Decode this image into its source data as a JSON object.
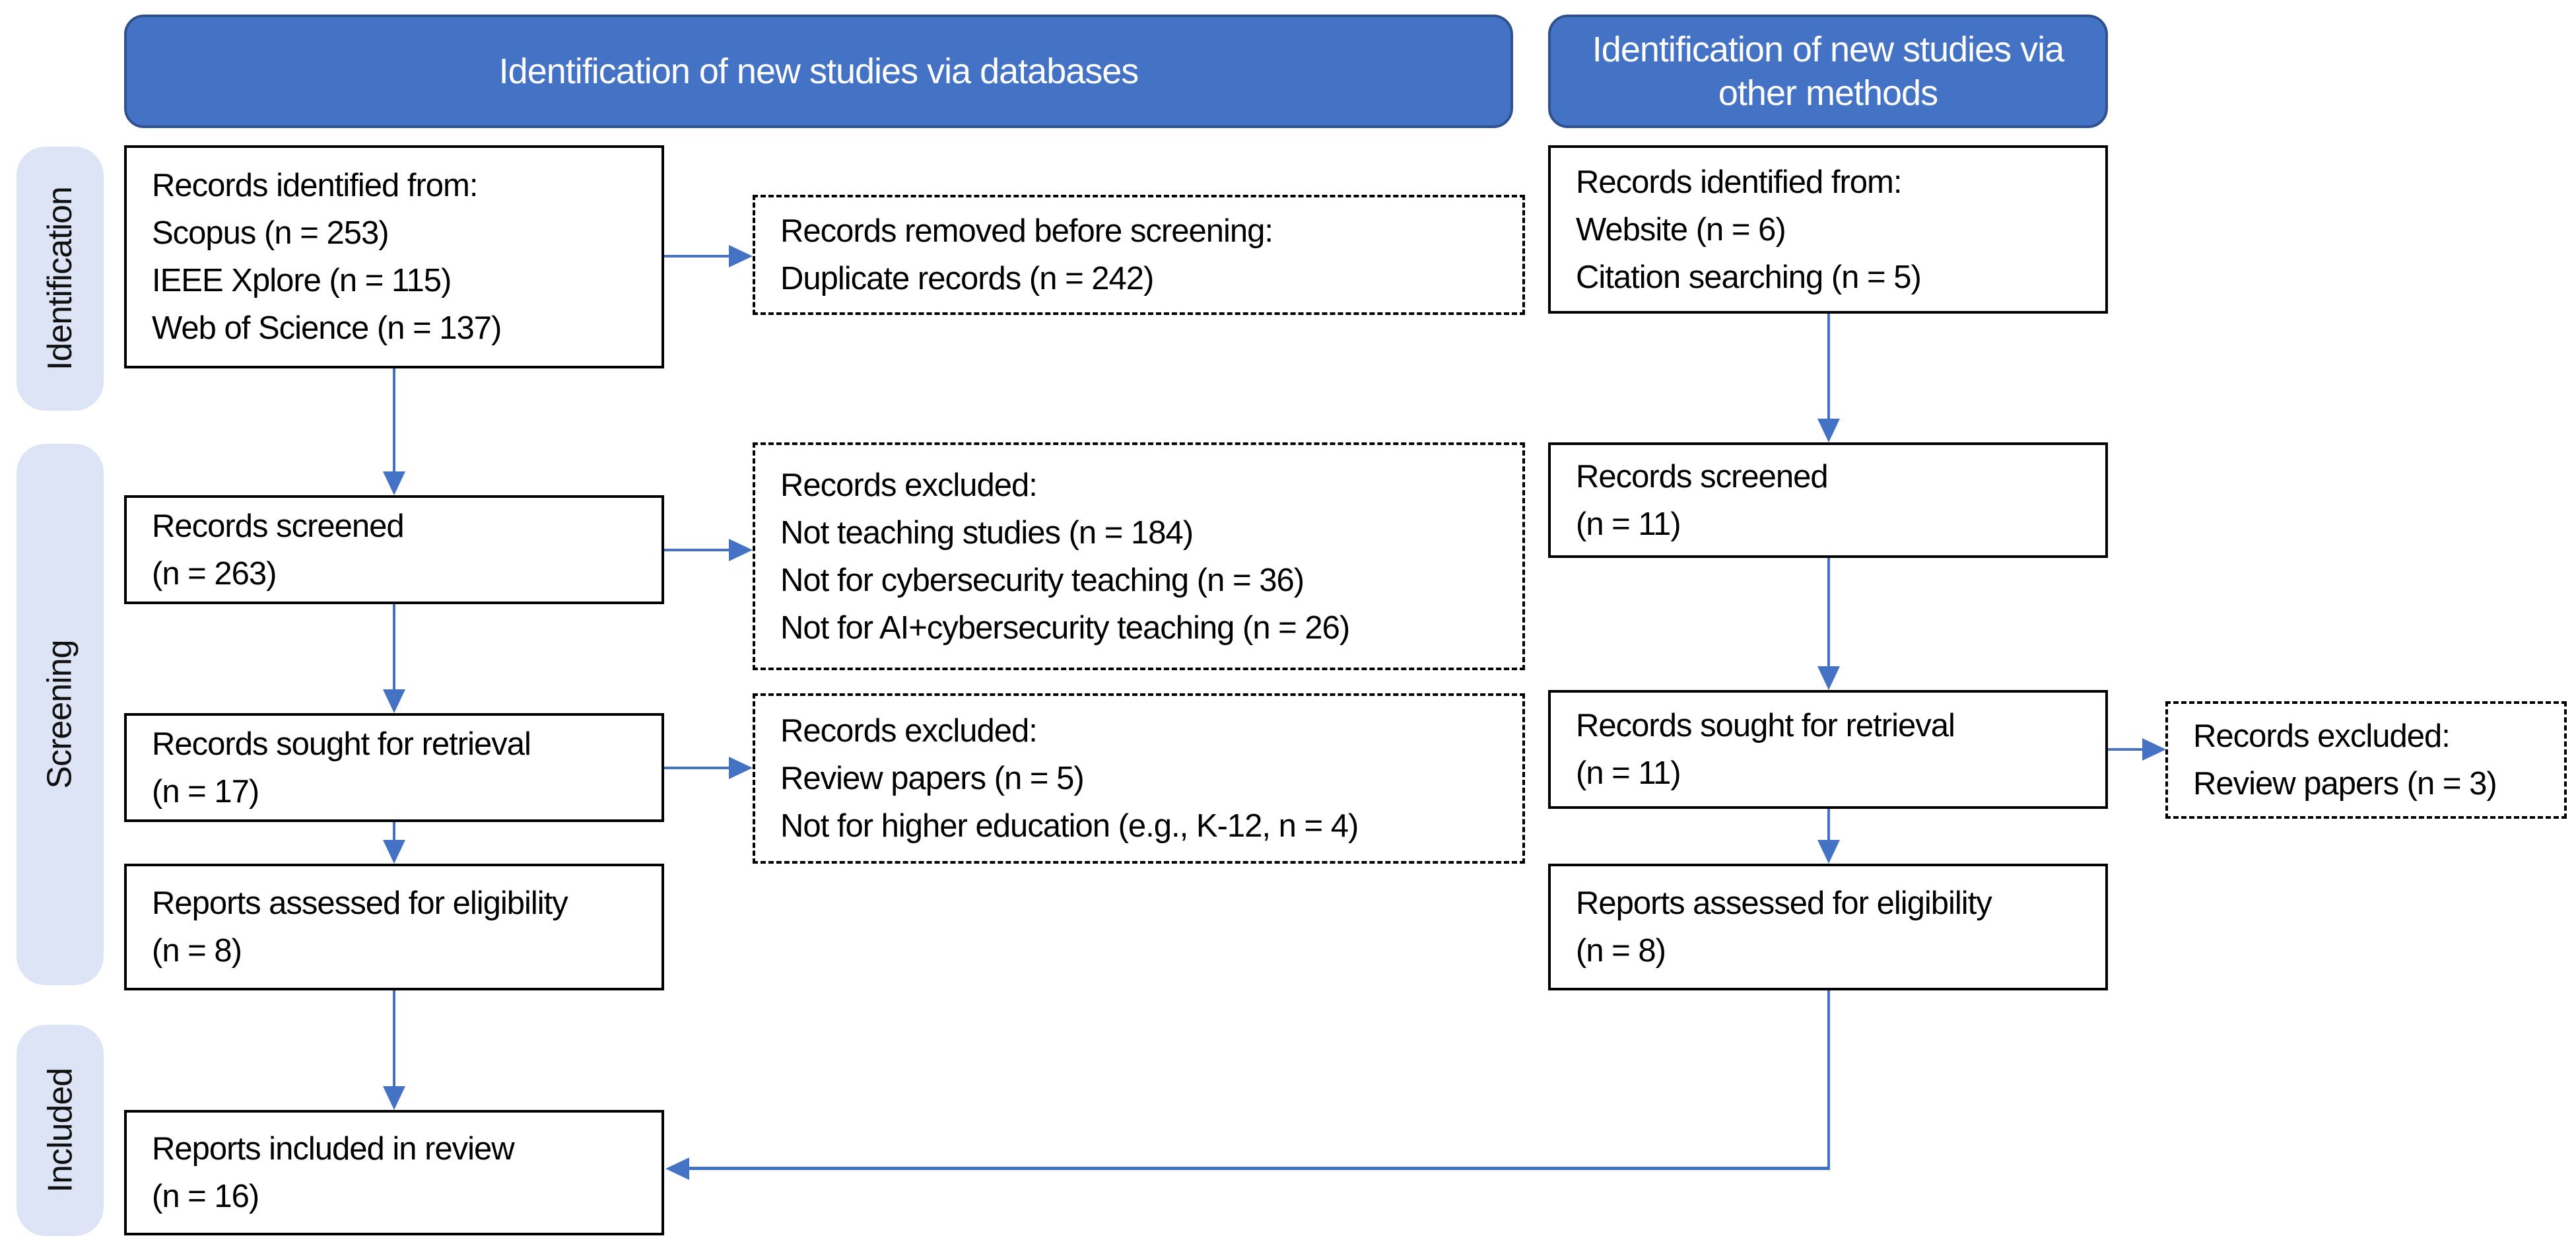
{
  "headers": {
    "databases": "Identification of new studies via databases",
    "other_methods": "Identification of new studies via other methods"
  },
  "stages": [
    "Identification",
    "Screening",
    "Included"
  ],
  "database_flow": {
    "records_identified": {
      "lines": [
        "Records identified from:",
        "Scopus (n = 253)",
        "IEEE Xplore (n = 115)",
        "Web of Science (n = 137)"
      ]
    },
    "records_removed": {
      "lines": [
        "Records removed before screening:",
        "Duplicate records (n = 242)"
      ]
    },
    "records_screened": {
      "lines": [
        "Records screened",
        "(n = 263)"
      ]
    },
    "records_excluded_screening": {
      "lines": [
        "Records excluded:",
        "Not teaching studies (n = 184)",
        "Not for cybersecurity teaching (n = 36)",
        "Not for AI+cybersecurity teaching (n = 26)"
      ]
    },
    "records_sought": {
      "lines": [
        "Records sought for retrieval",
        "(n = 17)"
      ]
    },
    "records_excluded_retrieval": {
      "lines": [
        "Records excluded:",
        "Review papers (n = 5)",
        "Not for higher education (e.g., K-12, n = 4)"
      ]
    },
    "reports_assessed": {
      "lines": [
        "Reports assessed for eligibility",
        "(n = 8)"
      ]
    },
    "reports_included": {
      "lines": [
        "Reports included in review",
        "(n = 16)"
      ]
    }
  },
  "other_flow": {
    "records_identified": {
      "lines": [
        "Records identified from:",
        "Website (n = 6)",
        "Citation searching (n = 5)"
      ]
    },
    "records_screened": {
      "lines": [
        "Records screened",
        "(n = 11)"
      ]
    },
    "records_sought": {
      "lines": [
        "Records sought for retrieval",
        "(n = 11)"
      ]
    },
    "records_excluded": {
      "lines": [
        "Records excluded:",
        "Review papers (n = 3)"
      ]
    },
    "reports_assessed": {
      "lines": [
        "Reports assessed for eligibility",
        "(n = 8)"
      ]
    }
  },
  "colors": {
    "header_fill": "#4472C4",
    "header_border": "#2F528F",
    "header_text": "#FFFFFF",
    "stage_fill": "#DCE4F5",
    "arrow": "#4472C4",
    "box_border": "#000000",
    "box_fill": "#FFFFFF",
    "text": "#000000"
  }
}
